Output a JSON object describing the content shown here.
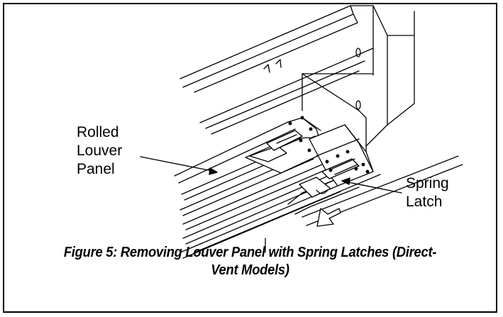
{
  "labels": {
    "louver": "Rolled\nLouver\nPanel",
    "spring": "Spring\nLatch"
  },
  "caption": "Figure 5: Removing Louver Panel with Spring Latches (Direct-\nVent Models)",
  "colors": {
    "line": "#000000",
    "background": "#ffffff"
  }
}
